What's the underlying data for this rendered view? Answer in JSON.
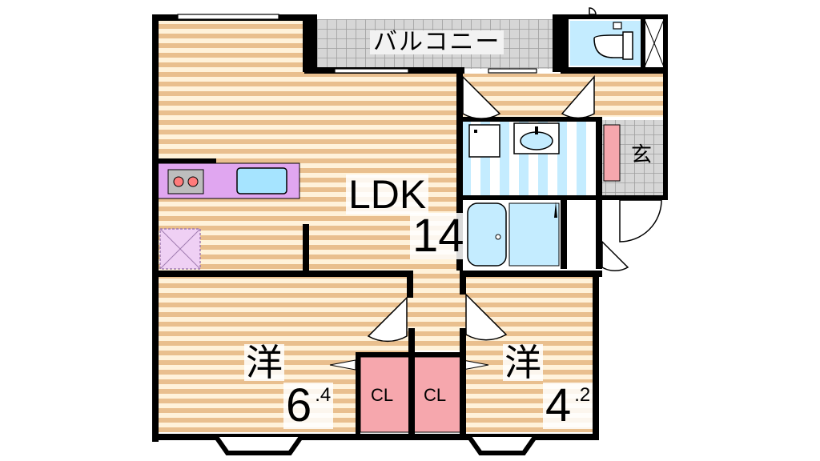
{
  "colors": {
    "wall": "#000000",
    "floor_light": "#fff2da",
    "floor_dark": "#e9bf8e",
    "tile": "#9e9e9e",
    "tile_bg": "#d6d6d6",
    "kitchen": "#e0a6f0",
    "sink": "#a6e4ff",
    "water_blue": "#c4ecff",
    "closet": "#f6a7ad",
    "shoe_box": "#f6a7ad"
  },
  "rooms": {
    "balcony": {
      "label": "バルコニー"
    },
    "genkan": {
      "label": "玄"
    },
    "ldk": {
      "label": "LDK",
      "size": "14"
    },
    "western_left": {
      "label": "洋",
      "size_int": "6",
      "size_dec": ".4"
    },
    "western_right": {
      "label": "洋",
      "size_int": "4",
      "size_dec": ".2"
    },
    "closets": [
      {
        "label": "CL"
      },
      {
        "label": "CL"
      }
    ]
  }
}
